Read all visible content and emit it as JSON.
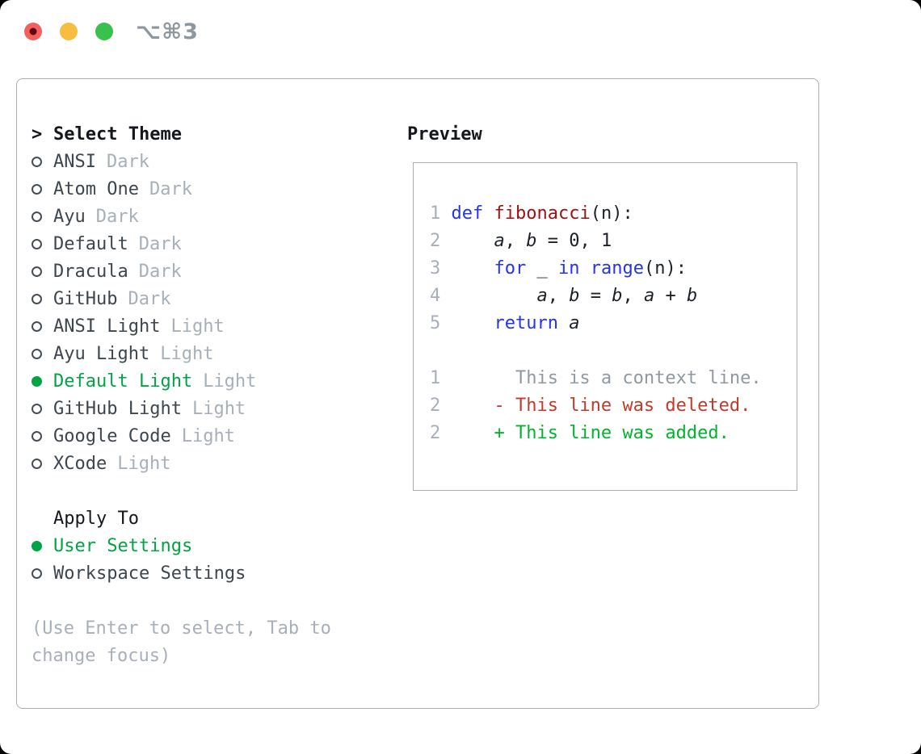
{
  "titlebar": {
    "title": "⌥⌘3",
    "buttons": [
      "close",
      "minimize",
      "maximize"
    ]
  },
  "colors": {
    "border": "#a7aeb9",
    "gray": "#a7b0ba",
    "green": "#00a443",
    "kw_blue": "#2333ee",
    "fn_red": "#9e1111",
    "del_red": "#c23a2a",
    "add_green": "#00b52b",
    "ctx_gray": "#8f99a1",
    "tl_red": "#f4615d",
    "tl_red_dot": "#5c0a12",
    "tl_yellow": "#f6bd3f",
    "tl_green": "#39c14e",
    "title_gray": "#8e969e"
  },
  "panel": {
    "theme_section": {
      "prompt": ">",
      "title": "Select Theme",
      "items": [
        {
          "name": "ANSI",
          "tag": "Dark",
          "selected": false
        },
        {
          "name": "Atom One",
          "tag": "Dark",
          "selected": false
        },
        {
          "name": "Ayu",
          "tag": "Dark",
          "selected": false
        },
        {
          "name": "Default",
          "tag": "Dark",
          "selected": false
        },
        {
          "name": "Dracula",
          "tag": "Dark",
          "selected": false
        },
        {
          "name": "GitHub",
          "tag": "Dark",
          "selected": false
        },
        {
          "name": "ANSI Light",
          "tag": "Light",
          "selected": false
        },
        {
          "name": "Ayu Light",
          "tag": "Light",
          "selected": false
        },
        {
          "name": "Default Light",
          "tag": "Light",
          "selected": true
        },
        {
          "name": "GitHub Light",
          "tag": "Light",
          "selected": false
        },
        {
          "name": "Google Code",
          "tag": "Light",
          "selected": false
        },
        {
          "name": "XCode",
          "tag": "Light",
          "selected": false
        }
      ]
    },
    "apply_section": {
      "title": "Apply To",
      "items": [
        {
          "name": "User Settings",
          "selected": true
        },
        {
          "name": "Workspace Settings",
          "selected": false
        }
      ]
    },
    "help_lines": [
      "(Use Enter to select, Tab to",
      "change focus)"
    ],
    "preview": {
      "title": "Preview",
      "lines": [
        [
          [
            "ln",
            "1 "
          ],
          [
            "kw",
            "def"
          ],
          [
            "pl",
            " "
          ],
          [
            "fn",
            "fibonacci"
          ],
          [
            "pl",
            "(n):"
          ]
        ],
        [
          [
            "ln",
            "2 "
          ],
          [
            "pl",
            "    "
          ],
          [
            "var",
            "a"
          ],
          [
            "pl",
            ", "
          ],
          [
            "var",
            "b"
          ],
          [
            "pl",
            " = 0, 1"
          ]
        ],
        [
          [
            "ln",
            "3 "
          ],
          [
            "pl",
            "    "
          ],
          [
            "kw",
            "for"
          ],
          [
            "pl",
            " _ "
          ],
          [
            "kw",
            "in"
          ],
          [
            "pl",
            " "
          ],
          [
            "kw",
            "range"
          ],
          [
            "pl",
            "(n):"
          ]
        ],
        [
          [
            "ln",
            "4 "
          ],
          [
            "pl",
            "        "
          ],
          [
            "var",
            "a"
          ],
          [
            "pl",
            ", "
          ],
          [
            "var",
            "b"
          ],
          [
            "pl",
            " = "
          ],
          [
            "var",
            "b"
          ],
          [
            "pl",
            ", "
          ],
          [
            "var",
            "a"
          ],
          [
            "pl",
            " + "
          ],
          [
            "var",
            "b"
          ]
        ],
        [
          [
            "ln",
            "5 "
          ],
          [
            "pl",
            "    "
          ],
          [
            "kw",
            "return"
          ],
          [
            "pl",
            " "
          ],
          [
            "var",
            "a"
          ]
        ],
        [],
        [
          [
            "ln",
            "1"
          ],
          [
            "ctx",
            "       This is a context line."
          ]
        ],
        [
          [
            "ln",
            "2"
          ],
          [
            "del",
            "     - This line was deleted."
          ]
        ],
        [
          [
            "ln",
            "2"
          ],
          [
            "add",
            "     + This line was added."
          ]
        ]
      ]
    }
  }
}
